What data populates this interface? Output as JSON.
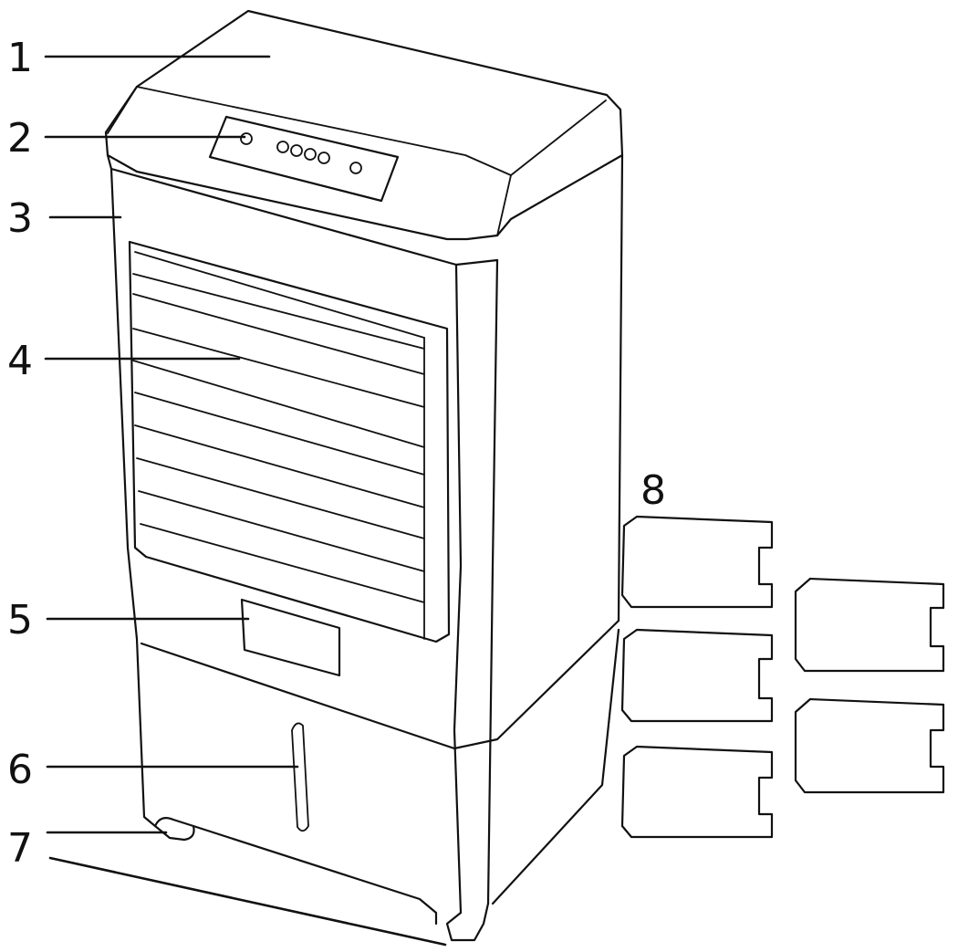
{
  "callouts": [
    {
      "id": "1",
      "label": "1"
    },
    {
      "id": "2",
      "label": "2"
    },
    {
      "id": "3",
      "label": "3"
    },
    {
      "id": "4",
      "label": "4"
    },
    {
      "id": "5",
      "label": "5"
    },
    {
      "id": "6",
      "label": "6"
    },
    {
      "id": "7",
      "label": "7"
    },
    {
      "id": "8",
      "label": "8"
    }
  ],
  "colors": {
    "stroke": "#111111",
    "background": "#ffffff"
  }
}
